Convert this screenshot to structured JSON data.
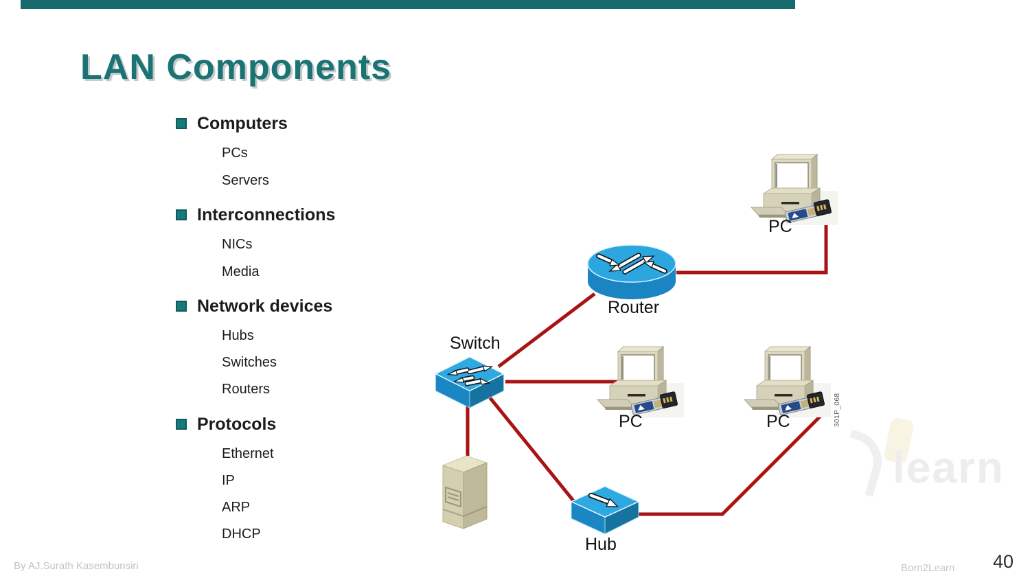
{
  "slide": {
    "title": "LAN Components",
    "footer": {
      "author": "By AJ.Surath Kasembunsiri",
      "brand": "Born2Learn",
      "page_number": "40"
    },
    "watermark_text": "learn",
    "colors": {
      "accent_teal": "#1a7374",
      "link_red": "#a81414",
      "device_blue": "#2ba6df"
    }
  },
  "outline": {
    "items": [
      {
        "label": "Computers",
        "children": [
          "PCs",
          "Servers"
        ]
      },
      {
        "label": "Interconnections",
        "children": [
          "NICs",
          "Media"
        ]
      },
      {
        "label": "Network devices",
        "children": [
          "Hubs",
          "Switches",
          "Routers"
        ]
      },
      {
        "label": "Protocols",
        "children": [
          "Ethernet",
          "IP",
          "ARP",
          "DHCP"
        ]
      }
    ]
  },
  "diagram": {
    "labels": {
      "router": "Router",
      "switch": "Switch",
      "hub": "Hub",
      "pc_top": "PC",
      "pc_middle": "PC",
      "pc_right": "PC",
      "nic_label": "301P_068"
    }
  }
}
